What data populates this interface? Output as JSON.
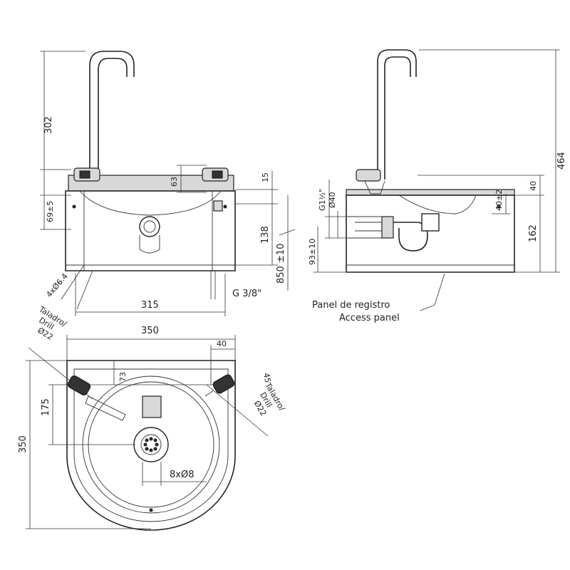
{
  "front_view": {
    "dims": {
      "spout_height": "302",
      "valve_height": "63",
      "top_thickness": "15",
      "side_height": "69±5",
      "body_height": "138",
      "mount_height": "850 ±10",
      "width": "315",
      "holes": "4xØ6.4",
      "inlet": "G 3/8\""
    }
  },
  "side_view": {
    "dims": {
      "total_height": "464",
      "rim": "40",
      "valve_offset": "40±2",
      "depth": "162",
      "waste_thread": "G1½\"",
      "waste_dia": "Ø40",
      "waste_height": "93±10"
    },
    "access_panel_es": "Panel de registro",
    "access_panel_en": "Access panel"
  },
  "top_view": {
    "dims": {
      "width": "350",
      "edge": "40",
      "offset": "73",
      "angle": "45",
      "centre": "175",
      "depth": "350",
      "waste_holes": "8xØ8"
    },
    "drill_left": {
      "es": "Taladro/",
      "en": "Drill",
      "dia": "Ø22"
    },
    "drill_right": {
      "es": "Taladro/",
      "en": "Drill",
      "dia": "Ø22"
    }
  }
}
